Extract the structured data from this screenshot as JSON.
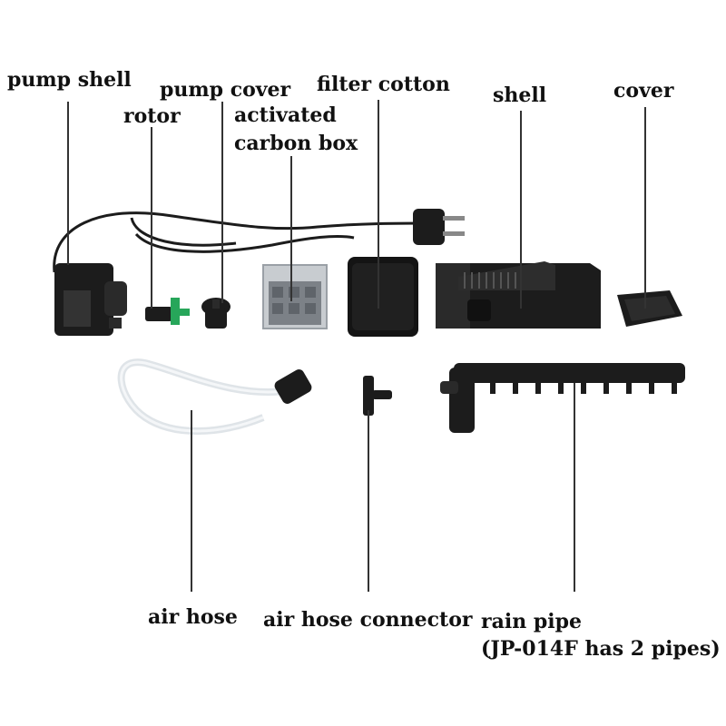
{
  "labels": {
    "pump_shell": "pump shell",
    "pump_cover": "pump cover",
    "rotor": "rotor",
    "activated_carbon_box": [
      "activated",
      "carbon box"
    ],
    "filter_cotton": "filter cotton",
    "shell": "shell",
    "cover": "cover",
    "air_hose": "air hose",
    "air_hose_connector": "air hose connector",
    "rain_pipe": [
      "rain pipe",
      "(JP-014F has 2 pipes)"
    ]
  },
  "colors": {
    "background": "#ffffff",
    "text": "#111111",
    "leader": "#333333",
    "part_black": "#1c1c1c",
    "sponge": "#141414",
    "carbon_box": "#9aa0a6",
    "rotor_green": "#27a65a",
    "hose": "#e6eaee"
  },
  "icons": [
    "pump-shell-icon",
    "rotor-icon",
    "pump-cover-icon",
    "carbon-box-icon",
    "filter-sponge-icon",
    "shell-icon",
    "cover-icon",
    "power-plug-icon",
    "air-hose-icon",
    "air-hose-connector-icon",
    "rain-pipe-icon"
  ]
}
